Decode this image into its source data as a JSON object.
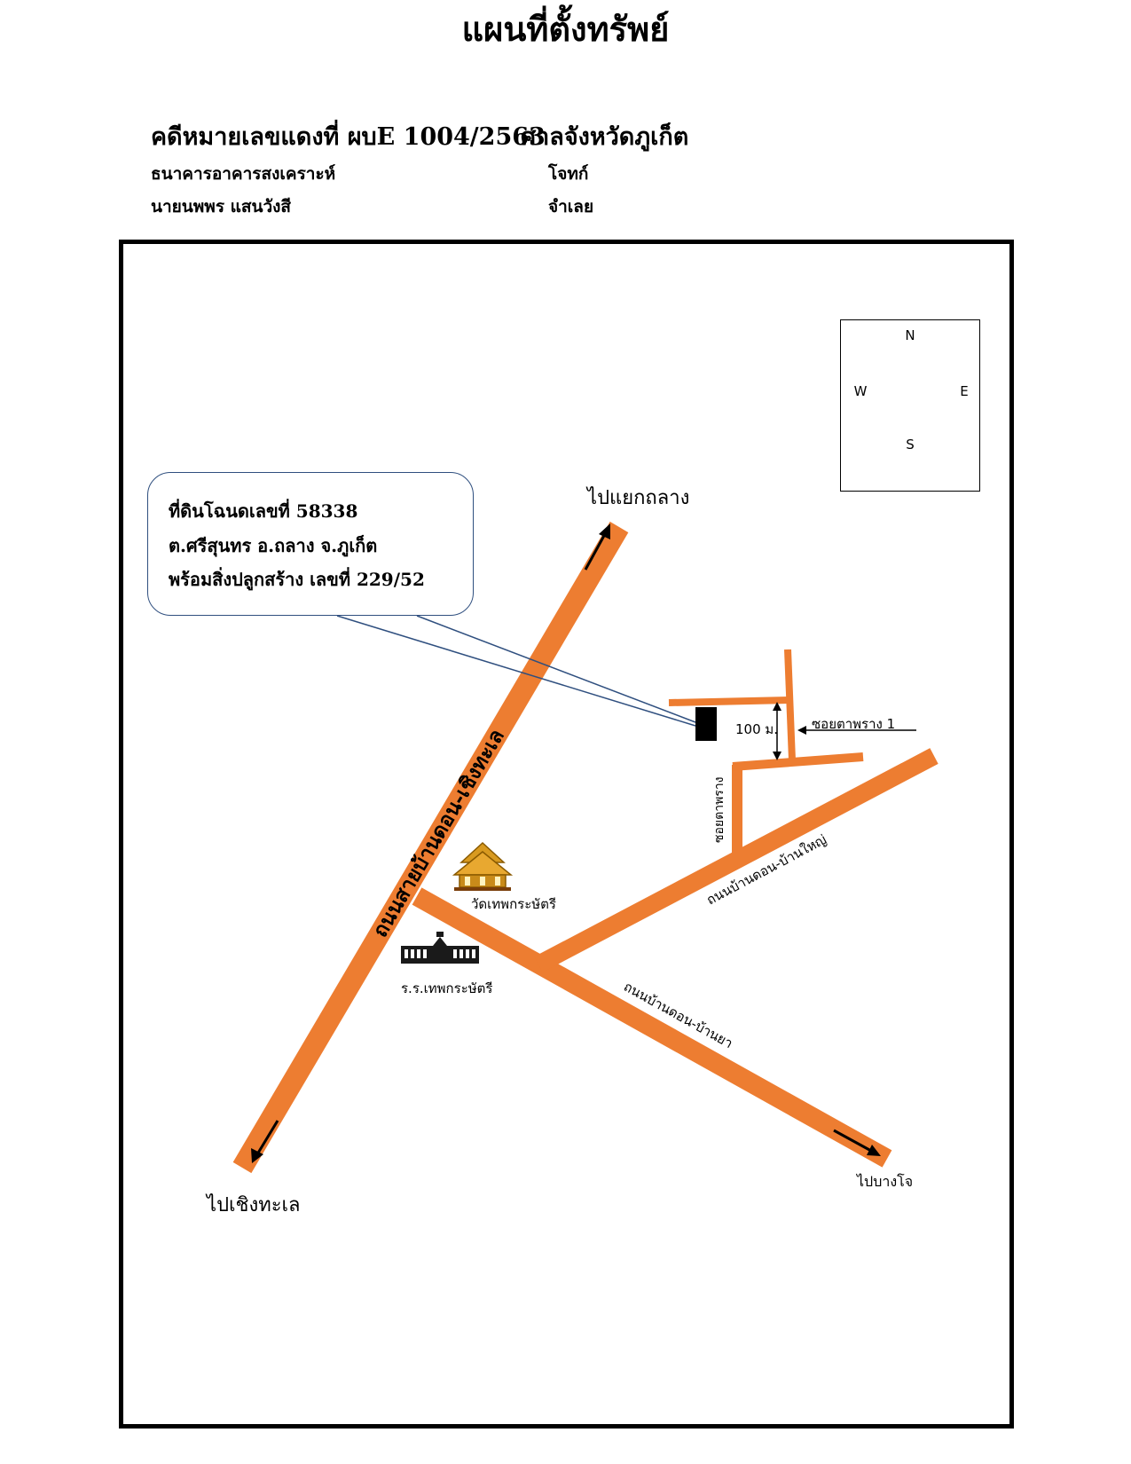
{
  "header": {
    "title": "แผนที่ตั้งทรัพย์",
    "case_line": "คดีหมายเลขแดงที่ ผบE 1004/2563",
    "court": "ศาลจังหวัดภูเก็ต",
    "plaintiff_name": "ธนาคารอาคารสงเคราะห์",
    "plaintiff_role": "โจทก์",
    "defendant_name": "นายนพพร  แสนวังสี",
    "defendant_role": "จำเลย"
  },
  "callout": {
    "line1": "ที่ดินโฉนดเลขที่ 58338",
    "line2": "ต.ศรีสุนทร อ.ถลาง จ.ภูเก็ต",
    "line3": "พร้อมสิ่งปลูกสร้าง เลขที่ 229/52"
  },
  "compass": {
    "north": "N",
    "south": "S",
    "east": "E",
    "west": "W"
  },
  "map": {
    "dest_north": "ไปแยกถลาง",
    "dest_south": "ไปเชิงทะเล",
    "dest_east": "ไปบางโจ",
    "main_road": "ถนนสายบ้านดอน-เชิงทะเล",
    "road_ban_yai": "ถนนบ้านดอน-บ้านใหญ่",
    "road_ban_ya": "ถนนบ้านดอน-บ้านยา",
    "soi_main": "ซอยตาพราง",
    "soi_1": "ซอยตาพราง 1",
    "distance": "100 ม.",
    "temple": "วัดเทพกระษัตรี",
    "school": "ร.ร.เทพกระษัตรี"
  },
  "colors": {
    "road": "#ed7d31",
    "callout_border": "#2f4f7f",
    "property": "#000000"
  },
  "icons": [
    "compass-rose-icon",
    "temple-icon",
    "school-icon",
    "arrow-icon"
  ]
}
